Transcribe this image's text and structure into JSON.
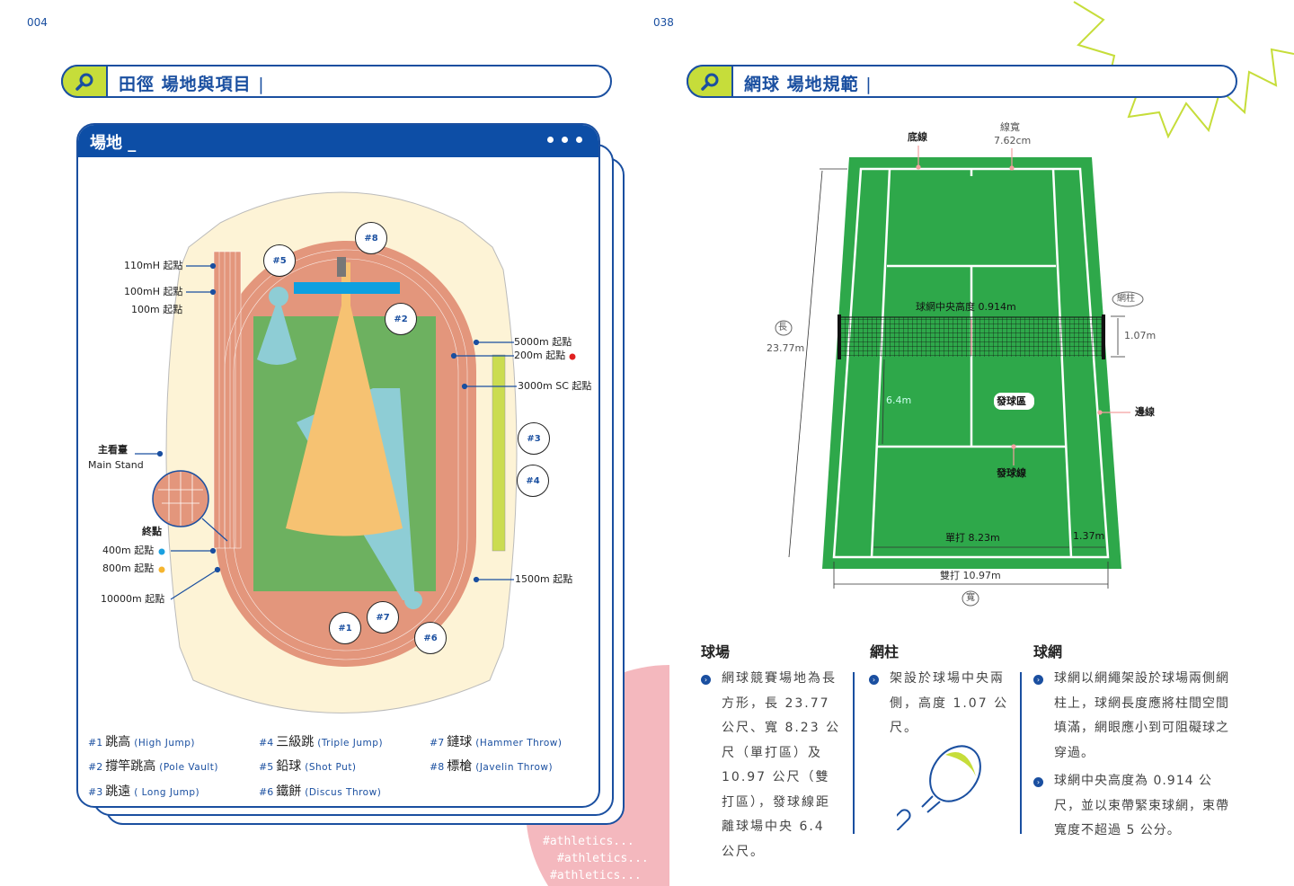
{
  "left_page": {
    "page_number": "004",
    "header_title": "田徑 場地與項目",
    "card": {
      "title": "場地 _",
      "menu_icon": "three-dots-icon",
      "track_labels": {
        "start_110mh": "110mH 起點",
        "start_100mh": "100mH 起點",
        "start_100m": "100m 起點",
        "start_5000m": "5000m 起點",
        "start_200m": "200m 起點",
        "start_3000sc": "3000m SC 起點",
        "main_stand_zh": "主看臺",
        "main_stand_en": "Main Stand",
        "finish": "終點",
        "start_400m": "400m 起點",
        "start_800m": "800m 起點",
        "start_10000m": "10000m 起點",
        "start_1500m": "1500m 起點"
      },
      "markers": [
        "#1",
        "#2",
        "#3",
        "#4",
        "#5",
        "#6",
        "#7",
        "#8"
      ],
      "legend": [
        {
          "num": "#1",
          "zh": "跳高",
          "en": "(High Jump)"
        },
        {
          "num": "#2",
          "zh": "撐竿跳高",
          "en": "(Pole Vault)"
        },
        {
          "num": "#3",
          "zh": "跳遠",
          "en": "( Long Jump)"
        },
        {
          "num": "#4",
          "zh": "三級跳",
          "en": "(Triple Jump)"
        },
        {
          "num": "#5",
          "zh": "鉛球",
          "en": "(Shot Put)"
        },
        {
          "num": "#6",
          "zh": "鐵餅",
          "en": "(Discus Throw)"
        },
        {
          "num": "#7",
          "zh": "鏈球",
          "en": "(Hammer Throw)"
        },
        {
          "num": "#8",
          "zh": "標槍",
          "en": "(Javelin Throw)"
        }
      ],
      "colors": {
        "start_200m": "#e02020",
        "start_400m": "#1aa0e0",
        "start_800m": "#f5b530"
      }
    }
  },
  "right_page": {
    "page_number": "038",
    "header_title": "網球 場地規範",
    "court_labels": {
      "baseline": "底線",
      "line_width_label": "線寬",
      "line_width_value": "7.62cm",
      "length_badge": "長",
      "length_value": "23.77m",
      "net_height": "球網中央高度 0.914m",
      "post_badge": "網柱",
      "post_height": "1.07m",
      "service_dist": "6.4m",
      "service_box": "發球區",
      "sideline": "邊線",
      "service_line": "發球線",
      "singles_width": "單打 8.23m",
      "alley_width": "1.37m",
      "doubles_width": "雙打 10.97m",
      "width_badge": "寬"
    },
    "columns": [
      {
        "heading": "球場",
        "items": [
          "網球競賽場地為長方形，長 23.77 公尺、寬 8.23 公尺（單打區）及 10.97 公尺（雙打區），發球線距離球場中央 6.4 公尺。"
        ]
      },
      {
        "heading": "網柱",
        "items": [
          "架設於球場中央兩側，高度 1.07 公尺。"
        ]
      },
      {
        "heading": "球網",
        "items": [
          "球網以網繩架設於球場兩側網柱上，球網長度應將柱間空間填滿，網眼應小到可阻礙球之穿過。",
          "球網中央高度為 0.914 公尺，並以束帶緊束球網，束帶寬度不超過 5 公分。"
        ]
      }
    ],
    "pattern_text": "#athletics..."
  },
  "colors": {
    "brand_blue": "#1a4fa0",
    "lime": "#c6dd3a",
    "court_green": "#2ea84a",
    "track": "#e3967c",
    "field": "#6db160"
  }
}
